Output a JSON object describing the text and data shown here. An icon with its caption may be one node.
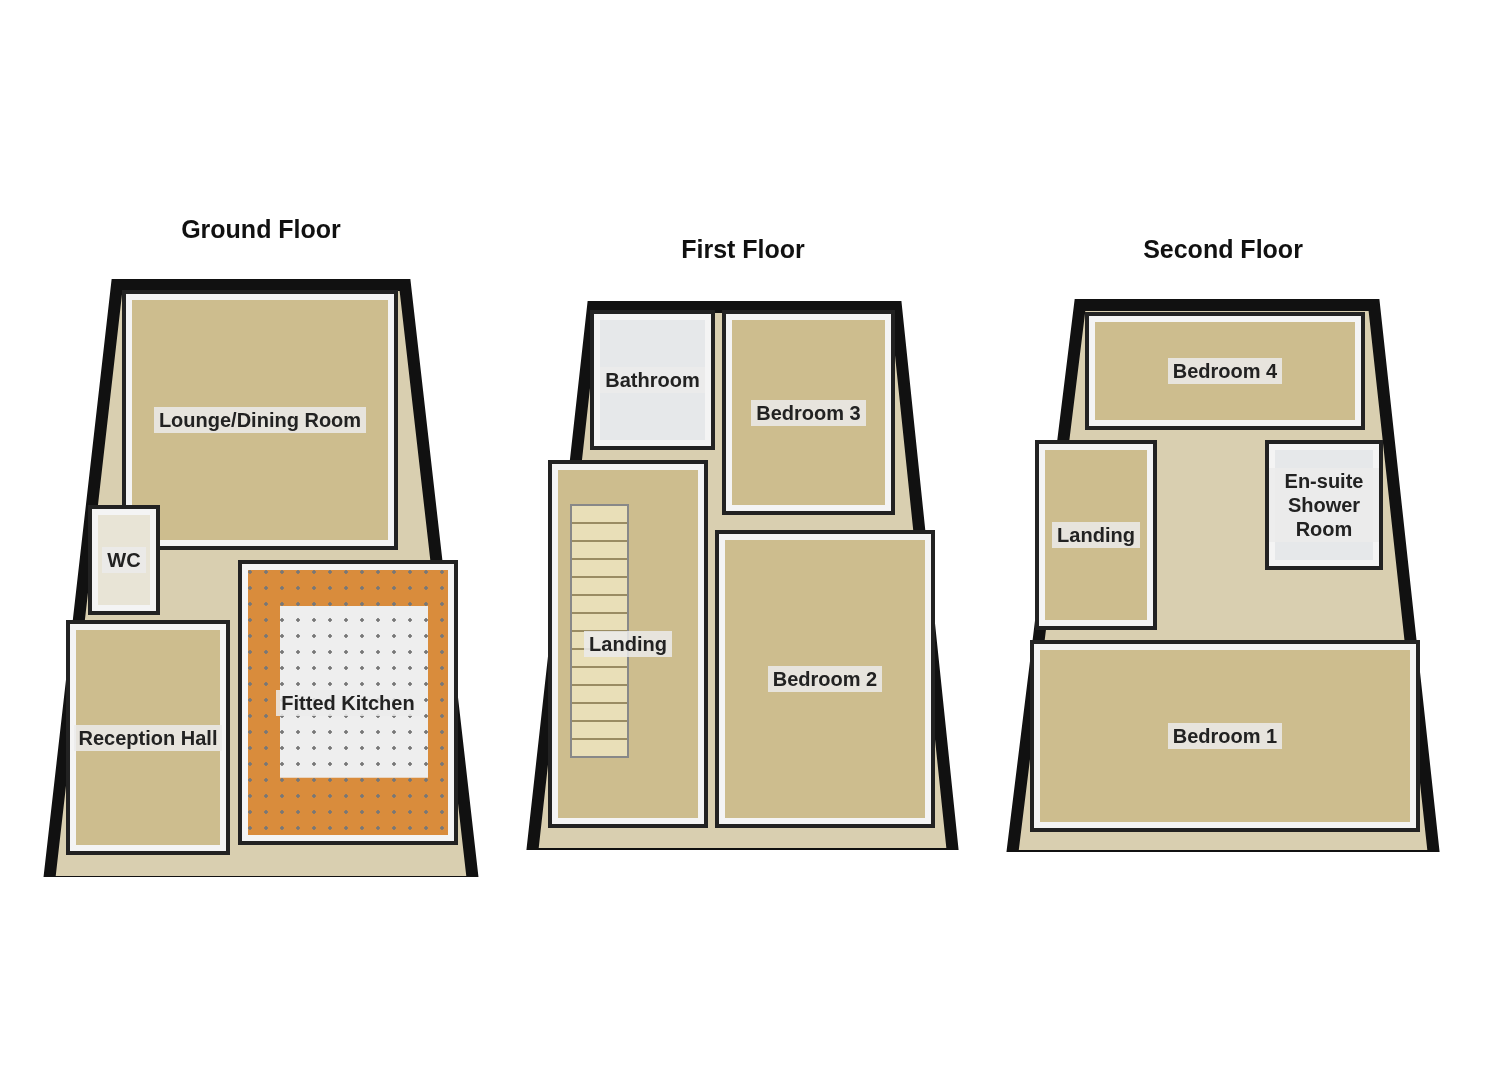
{
  "diagram": {
    "nodes": [
      {
        "text": [
          "Ground Floor"
        ]
      },
      {
        "text": [
          "Lounge/Dining Room"
        ],
        "in": 0
      },
      {
        "text": [
          "WC"
        ],
        "in": 0
      },
      {
        "text": [
          "Fitted Kitchen"
        ],
        "in": 0
      },
      {
        "text": [
          "Reception Hall"
        ],
        "in": 0
      },
      {
        "text": [
          "First Floor"
        ]
      },
      {
        "text": [
          "Bathroom"
        ],
        "in": 5
      },
      {
        "text": [
          "Bedroom 3"
        ],
        "in": 5
      },
      {
        "text": [
          "Landing"
        ],
        "in": 5
      },
      {
        "text": [
          "Bedroom 2"
        ],
        "in": 5
      },
      {
        "text": [
          "Second Floor"
        ]
      },
      {
        "text": [
          "Bedroom 4"
        ],
        "in": 10
      },
      {
        "text": [
          "Landing"
        ],
        "in": 10
      },
      {
        "text": [
          "En-suite Shower Room"
        ],
        "in": 10
      },
      {
        "text": [
          "Bedroom 1"
        ],
        "in": 10
      }
    ],
    "edges": []
  }
}
